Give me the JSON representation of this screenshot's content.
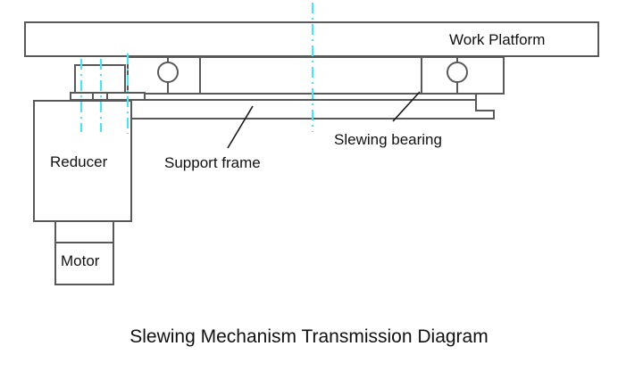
{
  "diagram": {
    "title": "Slewing Mechanism Transmission Diagram",
    "labels": {
      "work_platform": "Work Platform",
      "slewing_bearing": "Slewing bearing",
      "support_frame": "Support frame",
      "reducer": "Reducer",
      "motor": "Motor"
    },
    "colors": {
      "outline": "#595959",
      "centerline": "#4fe3f0",
      "text": "#111111",
      "background": "#ffffff"
    },
    "parts": [
      "work-platform",
      "slewing-bearing",
      "support-frame",
      "reducer",
      "motor",
      "reducer-housing",
      "reducer-base-plate",
      "motor-coupling"
    ]
  }
}
